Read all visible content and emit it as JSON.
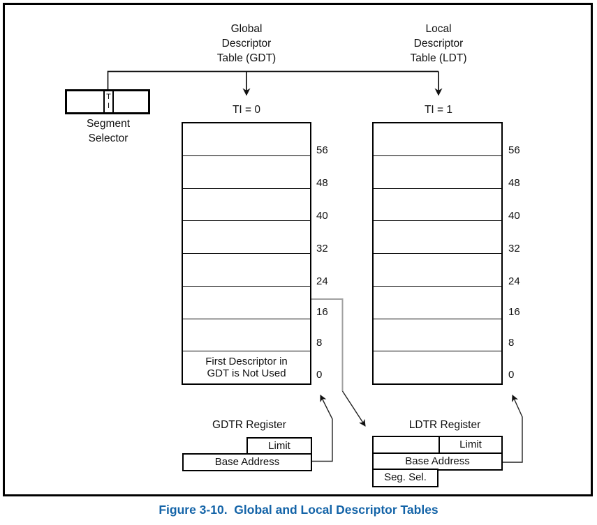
{
  "figure_caption": "Figure 3-10.  Global and Local Descriptor Tables",
  "colors": {
    "caption_blue": "#1464a8",
    "line_black": "#111111",
    "connector_gray": "#a0a0a0"
  },
  "segment_selector": {
    "label_lines": [
      "Segment",
      "Selector"
    ],
    "ti_letters": [
      "T",
      "I"
    ]
  },
  "gdt": {
    "header_lines": [
      "Global",
      "Descriptor",
      "Table (GDT)"
    ],
    "ti_label": "TI = 0",
    "offsets": [
      "56",
      "48",
      "40",
      "32",
      "24",
      "16",
      "8",
      "0"
    ],
    "first_descriptor_lines": [
      "First Descriptor in",
      "GDT is Not Used"
    ],
    "register": {
      "title": "GDTR Register",
      "limit_label": "Limit",
      "base_label": "Base Address"
    }
  },
  "ldt": {
    "header_lines": [
      "Local",
      "Descriptor",
      "Table (LDT)"
    ],
    "ti_label": "TI = 1",
    "offsets": [
      "56",
      "48",
      "40",
      "32",
      "24",
      "16",
      "8",
      "0"
    ],
    "register": {
      "title": "LDTR Register",
      "limit_label": "Limit",
      "base_label": "Base Address",
      "seg_sel_label": "Seg. Sel."
    }
  }
}
